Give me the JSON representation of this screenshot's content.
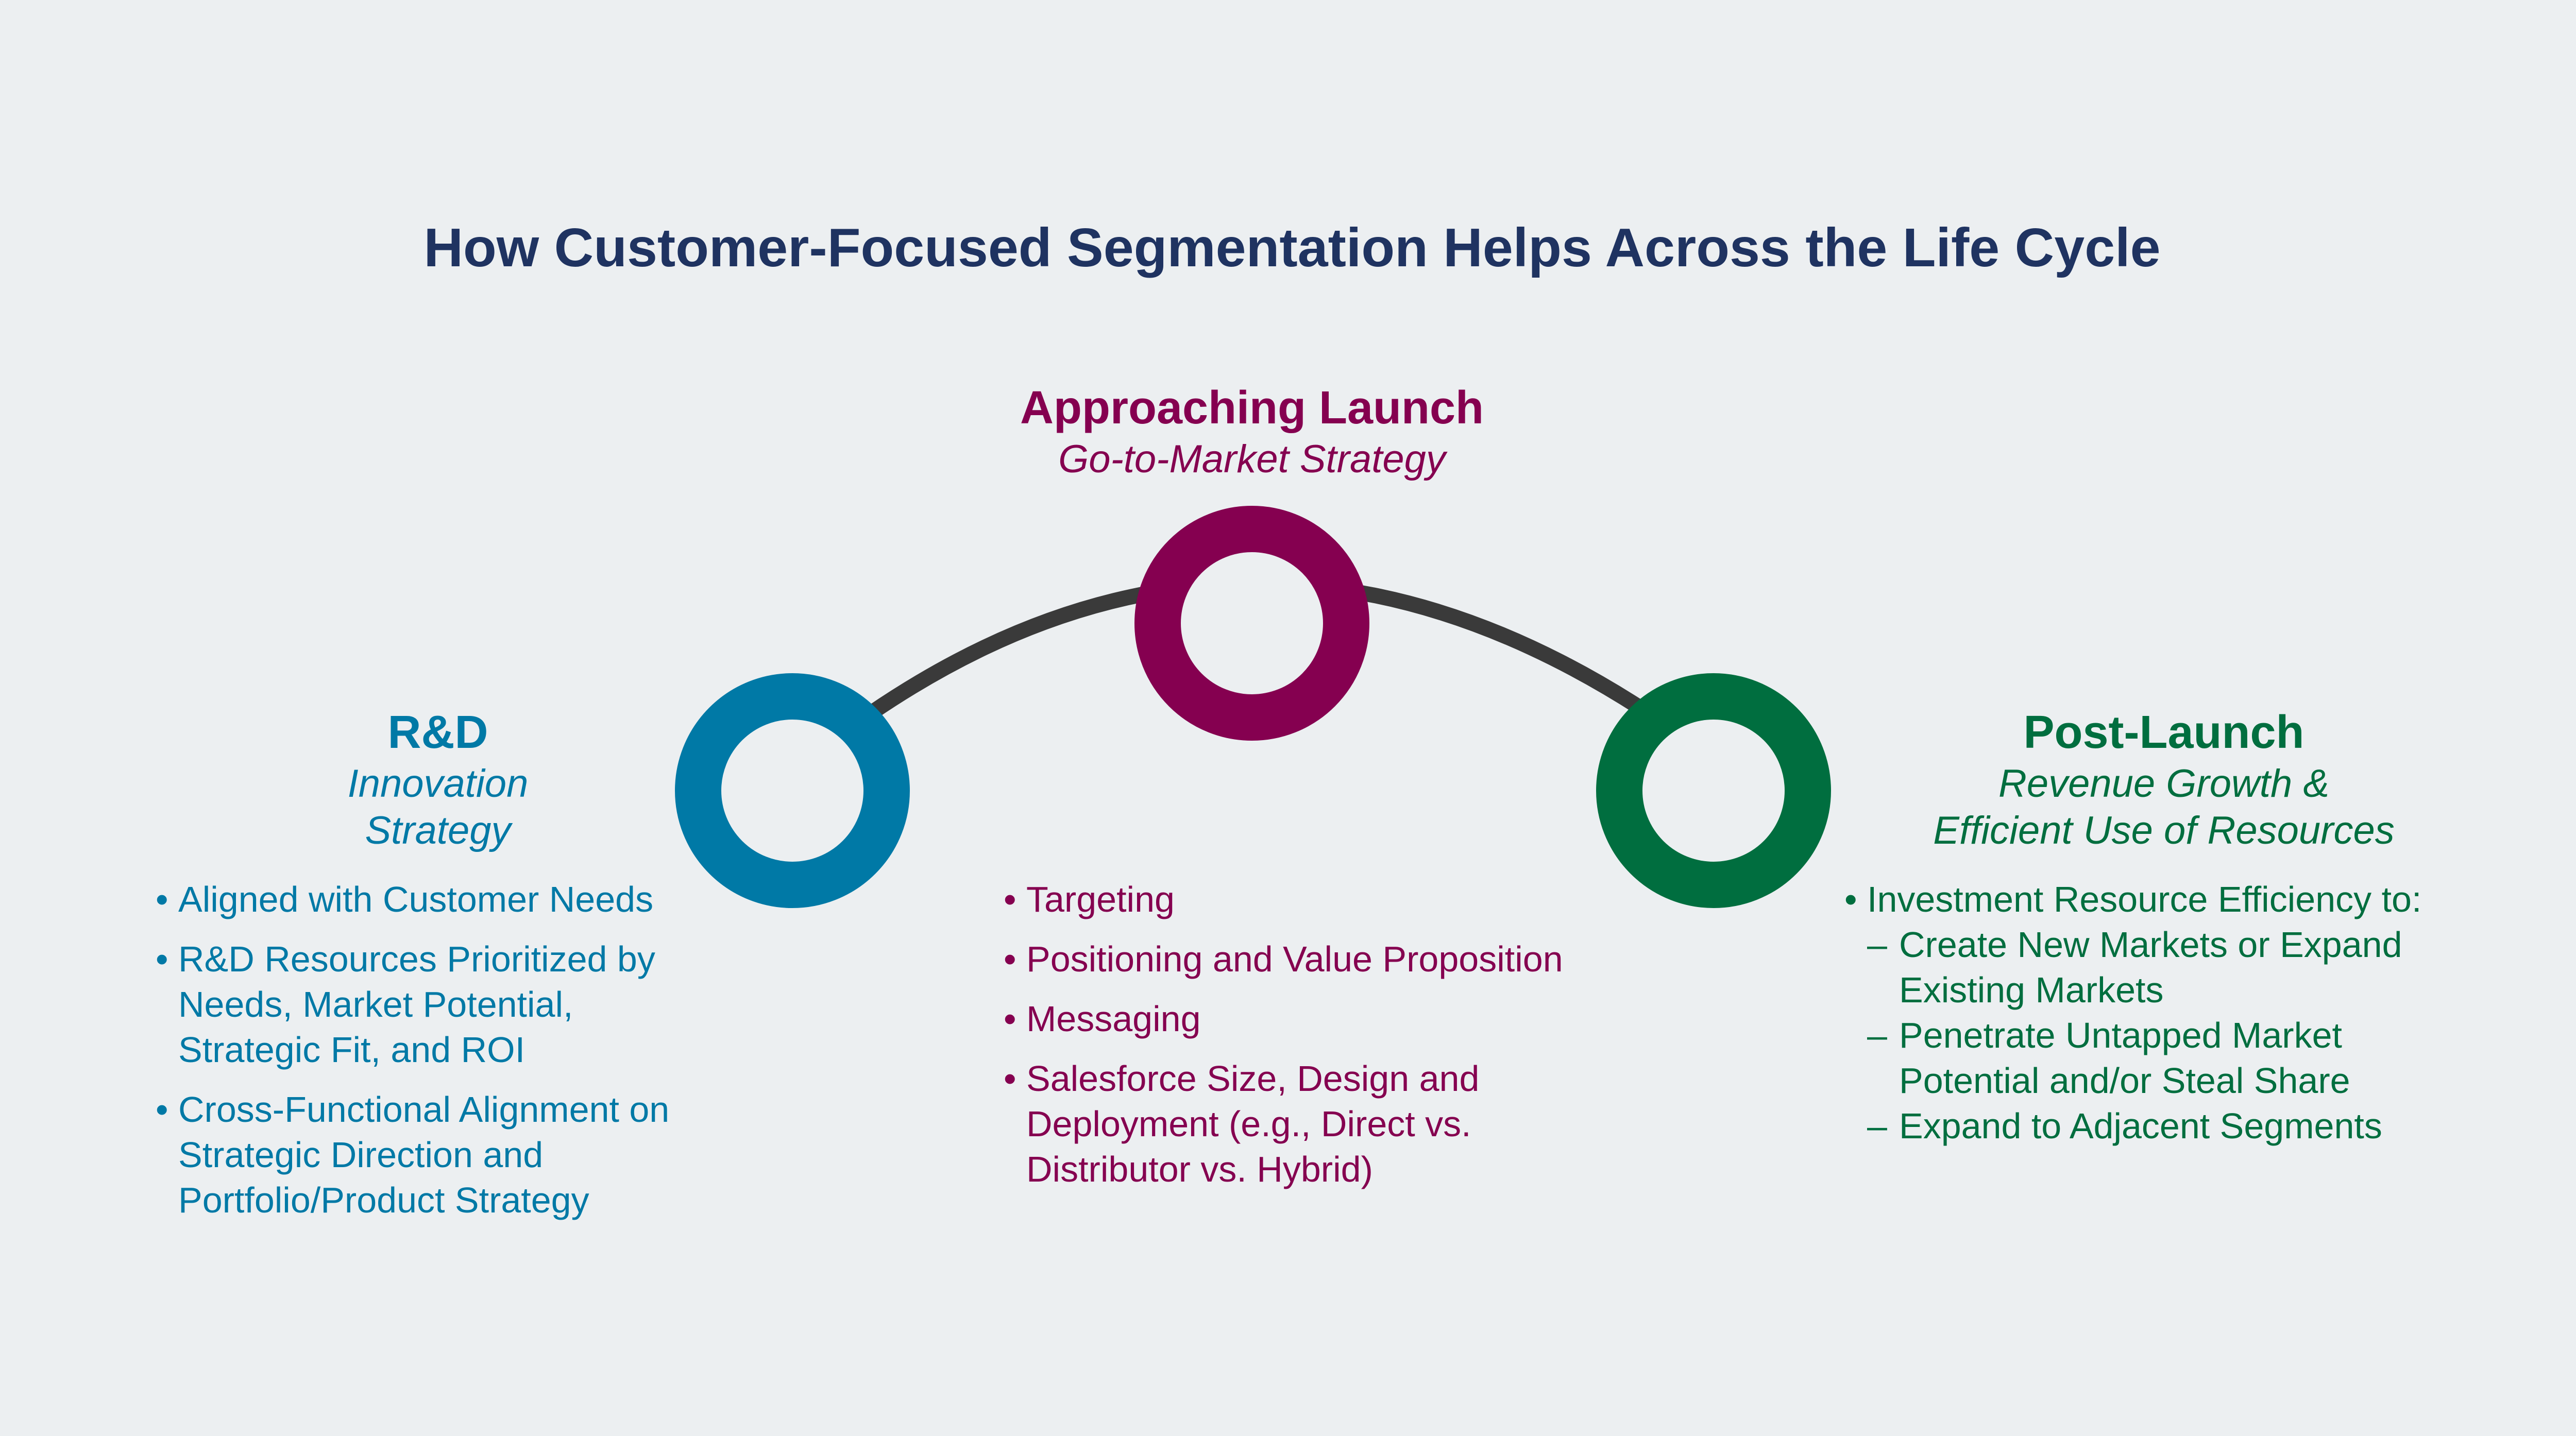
{
  "title": "How Customer-Focused Segmentation Helps Across the Life Cycle",
  "colors": {
    "background": "#eceff1",
    "title": "#1f3361",
    "rd": "#0079a6",
    "approaching_launch": "#850050",
    "post_launch": "#006e3f",
    "arc": "#3a3a3a"
  },
  "stages": {
    "rd": {
      "name": "R&D",
      "sub_line1": "Innovation",
      "sub_line2": "Strategy",
      "bullets": [
        "Aligned with Customer Needs",
        "R&D Resources Prioritized by Needs, Market Potential, Strategic Fit, and ROI",
        "Cross-Functional Alignment on Strategic Direction and Portfolio/Product Strategy"
      ]
    },
    "approaching_launch": {
      "name": "Approaching Launch",
      "sub_line1": "Go-to-Market Strategy",
      "bullets": [
        "Targeting",
        "Positioning and Value Proposition",
        "Messaging",
        "Salesforce Size, Design and Deployment (e.g., Direct vs. Distributor vs. Hybrid)"
      ]
    },
    "post_launch": {
      "name": "Post-Launch",
      "sub_line1": "Revenue Growth &",
      "sub_line2": "Efficient Use of Resources",
      "bullets": [
        "Investment Resource Efficiency to:"
      ],
      "sub_bullets": [
        "Create New Markets or Expand Existing Markets",
        "Penetrate Untapped Market Potential and/or Steal Share",
        "Expand to Adjacent Segments"
      ]
    }
  }
}
